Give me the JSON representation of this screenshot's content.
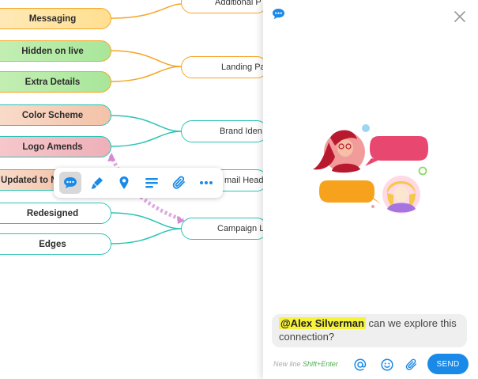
{
  "mindmap": {
    "nodes": [
      {
        "label": "Messaging"
      },
      {
        "label": "Hidden on live"
      },
      {
        "label": "Extra Details"
      },
      {
        "label": "Color Scheme"
      },
      {
        "label": "Logo Amends"
      },
      {
        "label": "Updated to N"
      },
      {
        "label": "Redesigned"
      },
      {
        "label": "Edges"
      }
    ],
    "branches": [
      {
        "label": "Additional P"
      },
      {
        "label": "Landing Pa"
      },
      {
        "label": "Brand Iden"
      },
      {
        "label": "mail Head"
      },
      {
        "label": "Campaign L"
      }
    ],
    "toolbar": {
      "items": [
        "comment-icon",
        "paint-brush-icon",
        "location-pin-icon",
        "notes-icon",
        "attachment-icon",
        "more-icon"
      ],
      "active_item": "comment-icon"
    }
  },
  "comment_panel": {
    "header_icon": "comment-icon",
    "close_icon": "close-icon",
    "illustration": "chat-people-illustration",
    "compose": {
      "mention": "@Alex Silverman",
      "text": " can we explore this connection?"
    },
    "hint": {
      "prefix": "New line ",
      "shortcut": "Shift+Enter"
    },
    "actions": [
      "mention-icon",
      "emoji-icon",
      "attachment-icon"
    ],
    "send_label": "SEND"
  },
  "colors": {
    "accent": "#1a8ae8",
    "orange_branch": "#f5a623",
    "teal_branch": "#2cc4b4",
    "mention_highlight": "#f7f23a",
    "link_pink": "#d48ad6"
  }
}
